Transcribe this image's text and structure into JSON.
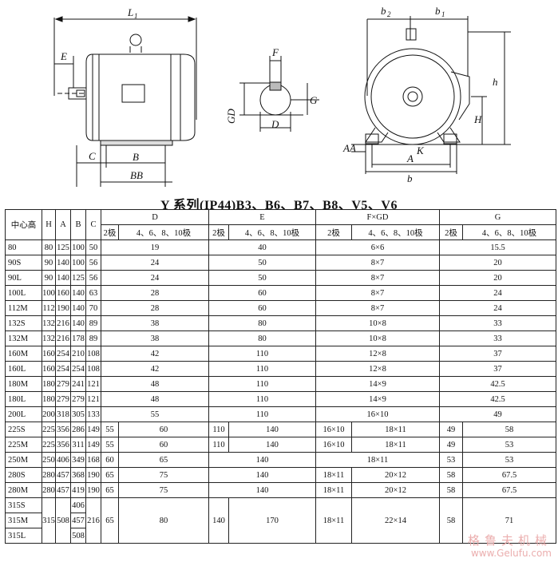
{
  "drawing": {
    "labels": {
      "L1": "L",
      "L1_sub": "1",
      "E": "E",
      "C": "C",
      "B": "B",
      "BB": "BB",
      "F": "F",
      "GD": "GD",
      "G": "G",
      "D": "D",
      "b2": "b",
      "b2_sub": "2",
      "b1": "b",
      "b1_sub": "1",
      "h": "h",
      "H": "H",
      "AA": "AA",
      "K": "K",
      "A": "A",
      "b": "b"
    }
  },
  "caption": "Y 系列(IP44)B3、B6、B7、B8、V5、V6",
  "table": {
    "headers": {
      "center_height": "中心高",
      "H": "H",
      "A": "A",
      "B": "B",
      "C": "C",
      "D": "D",
      "E": "E",
      "FGD": "F×GD",
      "G": "G",
      "pole2": "2极",
      "pole_multi": "4、6、8、10极"
    },
    "rows_uniform": [
      {
        "size": "80",
        "H": "80",
        "A": "125",
        "B": "100",
        "C": "50",
        "D": "19",
        "E": "40",
        "FGD": "6×6",
        "G": "15.5"
      },
      {
        "size": "90S",
        "H": "90",
        "A": "140",
        "B": "100",
        "C": "56",
        "D": "24",
        "E": "50",
        "FGD": "8×7",
        "G": "20"
      },
      {
        "size": "90L",
        "H": "90",
        "A": "140",
        "B": "125",
        "C": "56",
        "D": "24",
        "E": "50",
        "FGD": "8×7",
        "G": "20"
      },
      {
        "size": "100L",
        "H": "100",
        "A": "160",
        "B": "140",
        "C": "63",
        "D": "28",
        "E": "60",
        "FGD": "8×7",
        "G": "24"
      },
      {
        "size": "112M",
        "H": "112",
        "A": "190",
        "B": "140",
        "C": "70",
        "D": "28",
        "E": "60",
        "FGD": "8×7",
        "G": "24"
      },
      {
        "size": "132S",
        "H": "132",
        "A": "216",
        "B": "140",
        "C": "89",
        "D": "38",
        "E": "80",
        "FGD": "10×8",
        "G": "33"
      },
      {
        "size": "132M",
        "H": "132",
        "A": "216",
        "B": "178",
        "C": "89",
        "D": "38",
        "E": "80",
        "FGD": "10×8",
        "G": "33"
      },
      {
        "size": "160M",
        "H": "160",
        "A": "254",
        "B": "210",
        "C": "108",
        "D": "42",
        "E": "110",
        "FGD": "12×8",
        "G": "37"
      },
      {
        "size": "160L",
        "H": "160",
        "A": "254",
        "B": "254",
        "C": "108",
        "D": "42",
        "E": "110",
        "FGD": "12×8",
        "G": "37"
      },
      {
        "size": "180M",
        "H": "180",
        "A": "279",
        "B": "241",
        "C": "121",
        "D": "48",
        "E": "110",
        "FGD": "14×9",
        "G": "42.5"
      },
      {
        "size": "180L",
        "H": "180",
        "A": "279",
        "B": "279",
        "C": "121",
        "D": "48",
        "E": "110",
        "FGD": "14×9",
        "G": "42.5"
      },
      {
        "size": "200L",
        "H": "200",
        "A": "318",
        "B": "305",
        "C": "133",
        "D": "55",
        "E": "110",
        "FGD": "16×10",
        "G": "49"
      }
    ],
    "rows_split": [
      {
        "size": "225S",
        "H": "225",
        "A": "356",
        "B": "286",
        "C": "149",
        "D2": "55",
        "D4": "60",
        "E2": "110",
        "E4": "140",
        "F2": "16×10",
        "F4": "18×11",
        "G2": "49",
        "G4": "58"
      },
      {
        "size": "225M",
        "H": "225",
        "A": "356",
        "B": "311",
        "C": "149",
        "D2": "55",
        "D4": "60",
        "E2": "110",
        "E4": "140",
        "F2": "16×10",
        "F4": "18×11",
        "G2": "49",
        "G4": "53"
      }
    ],
    "row_250M": {
      "size": "250M",
      "H": "250",
      "A": "406",
      "B": "349",
      "C": "168",
      "D2": "60",
      "D4": "65",
      "E": "140",
      "FGD": "18×11",
      "G2": "53",
      "G4": "53"
    },
    "rows_280": [
      {
        "size": "280S",
        "H": "280",
        "A": "457",
        "B": "368",
        "C": "190",
        "D2": "65",
        "D4": "75",
        "E": "140",
        "F2": "18×11",
        "F4": "20×12",
        "G2": "58",
        "G4": "67.5"
      },
      {
        "size": "280M",
        "H": "280",
        "A": "457",
        "B": "419",
        "C": "190",
        "D2": "65",
        "D4": "75",
        "E": "140",
        "F2": "18×11",
        "F4": "20×12",
        "G2": "58",
        "G4": "67.5"
      }
    ],
    "row_315": {
      "sizes": [
        "315S",
        "315M",
        "315L"
      ],
      "H": "315",
      "A": "508",
      "B": [
        "406",
        "457",
        "508"
      ],
      "C": "216",
      "D2": "65",
      "D4": "80",
      "E2": "140",
      "E4": "170",
      "F2": "18×11",
      "F4": "22×14",
      "G2": "58",
      "G4": "71"
    }
  },
  "watermark": {
    "cn": "格鲁夫机械",
    "url": "www.Gelufu.com"
  }
}
